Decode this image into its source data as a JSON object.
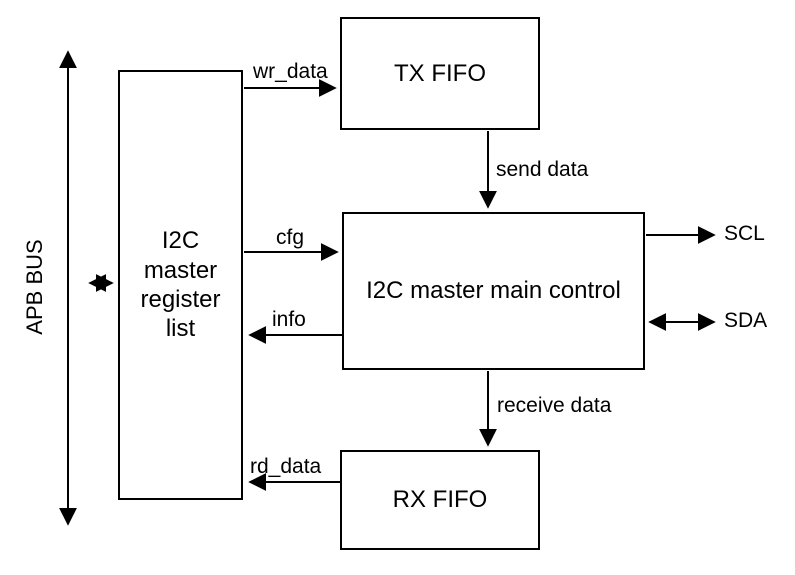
{
  "diagram": {
    "title_semantic": "I2C master block diagram",
    "bus_label": "APB BUS",
    "blocks": {
      "register_list": "I2C master register list",
      "tx_fifo": "TX FIFO",
      "main_control": "I2C master main control",
      "rx_fifo": "RX FIFO"
    },
    "signals": {
      "wr_data": "wr_data",
      "send_data": "send data",
      "cfg": "cfg",
      "info": "info",
      "scl": "SCL",
      "sda": "SDA",
      "receive_data": "receive data",
      "rd_data": "rd_data"
    },
    "colors": {
      "line": "#000000",
      "background": "#ffffff"
    }
  }
}
